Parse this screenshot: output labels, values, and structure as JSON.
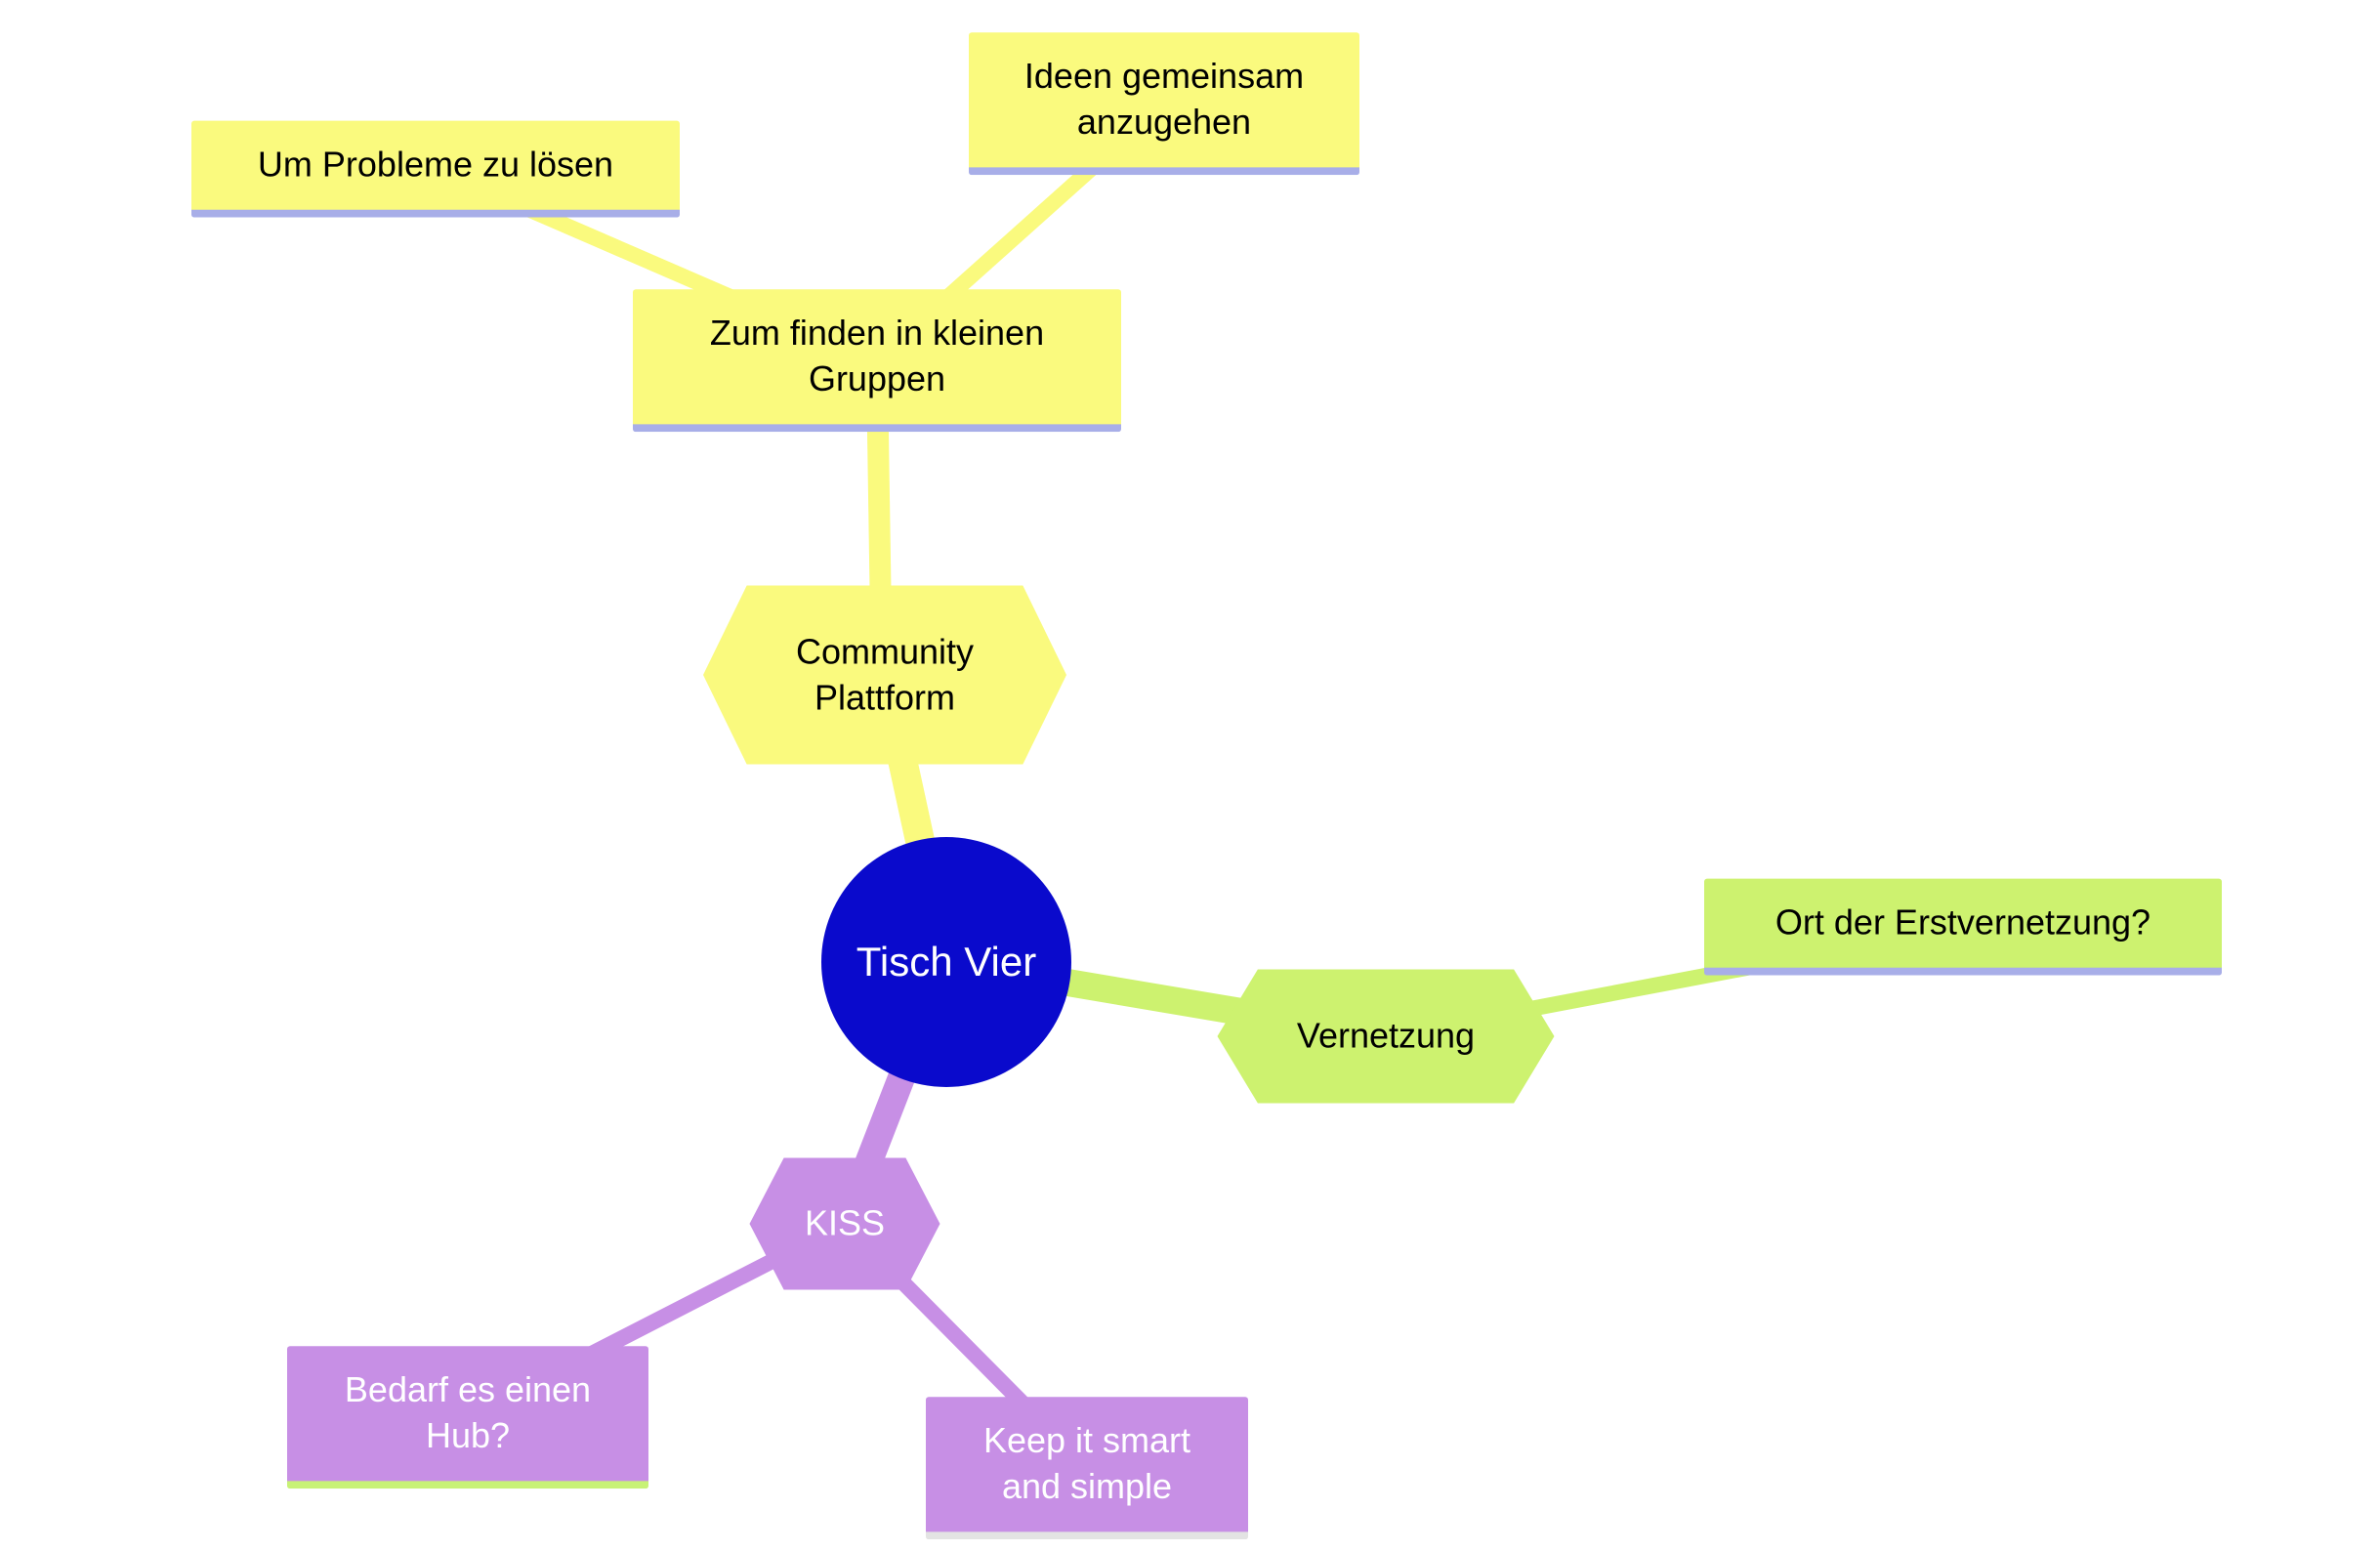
{
  "diagram": {
    "type": "mindmap",
    "background": "#FFFFFF"
  },
  "palette": {
    "yellow_branch": "#FAFA7E",
    "green_branch": "#CDF26F",
    "purple_branch": "#C78FE5",
    "root_blue": "#0A0ACC",
    "underline_lavender": "#A8AEE8",
    "underline_light_green": "#C8F276",
    "underline_light_gray": "#E3E3E3",
    "text_dark": "#000000",
    "text_light": "#FFFFFF"
  },
  "nodes": {
    "tisch_vier": {
      "label": "Tisch Vier",
      "shape": "circle",
      "color": "#0A0ACC"
    },
    "community": {
      "label": "Community Plattform",
      "shape": "hexagon",
      "color": "#FAFA7E"
    },
    "zum_finden": {
      "label": "Zum finden in kleinen Gruppen",
      "shape": "box",
      "color": "#FAFA7E"
    },
    "um_probleme": {
      "label": "Um Probleme zu lösen",
      "shape": "box",
      "color": "#FAFA7E"
    },
    "ideen": {
      "label": "Ideen gemeinsam anzugehen",
      "shape": "box",
      "color": "#FAFA7E"
    },
    "vernetzung": {
      "label": "Vernetzung",
      "shape": "hexagon",
      "color": "#CDF26F"
    },
    "ort": {
      "label": "Ort der Erstvernetzung?",
      "shape": "box",
      "color": "#CDF26F"
    },
    "kiss": {
      "label": "KISS",
      "shape": "hexagon",
      "color": "#C78FE5"
    },
    "bedarf": {
      "label": "Bedarf es einen Hub?",
      "shape": "box",
      "color": "#C78FE5"
    },
    "keep": {
      "label": "Keep it smart and simple",
      "shape": "box",
      "color": "#C78FE5"
    }
  },
  "connections": [
    {
      "from": "tisch_vier",
      "to": "community",
      "color": "#FAFA7E"
    },
    {
      "from": "community",
      "to": "zum_finden",
      "color": "#FAFA7E"
    },
    {
      "from": "zum_finden",
      "to": "um_probleme",
      "color": "#FAFA7E"
    },
    {
      "from": "zum_finden",
      "to": "ideen",
      "color": "#FAFA7E"
    },
    {
      "from": "tisch_vier",
      "to": "vernetzung",
      "color": "#CDF26F"
    },
    {
      "from": "vernetzung",
      "to": "ort",
      "color": "#CDF26F"
    },
    {
      "from": "tisch_vier",
      "to": "kiss",
      "color": "#C78FE5"
    },
    {
      "from": "kiss",
      "to": "bedarf",
      "color": "#C78FE5"
    },
    {
      "from": "kiss",
      "to": "keep",
      "color": "#C78FE5"
    }
  ]
}
